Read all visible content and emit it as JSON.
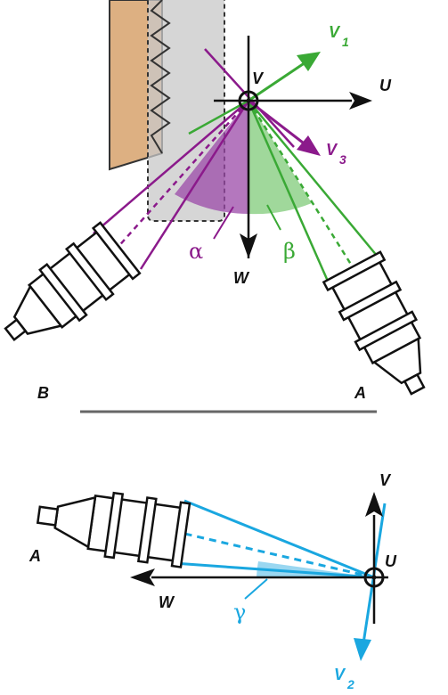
{
  "colors": {
    "purple": "#8b1a8b",
    "green": "#3aa935",
    "green_fill": "#8fd18a",
    "purple_fill": "#9b4aa8",
    "cyan": "#1aa7e0",
    "cyan_fill": "#8fd3f0",
    "tan": "#ddb082",
    "gray_box": "#c8c8c8",
    "black": "#111111",
    "divider": "#666666"
  },
  "top": {
    "axes": {
      "V": "V",
      "U": "U",
      "W": "W"
    },
    "vectors": {
      "v1": "V",
      "v1_sub": "1",
      "v3": "V",
      "v3_sub": "3"
    },
    "angles": {
      "alpha": "α",
      "beta": "β"
    },
    "cameras": {
      "B": "B",
      "A": "A"
    }
  },
  "bottom": {
    "axes": {
      "V": "V",
      "U": "U",
      "W": "W"
    },
    "vectors": {
      "v2": "V",
      "v2_sub": "2"
    },
    "angles": {
      "gamma": "γ"
    },
    "cameras": {
      "A": "A"
    }
  }
}
